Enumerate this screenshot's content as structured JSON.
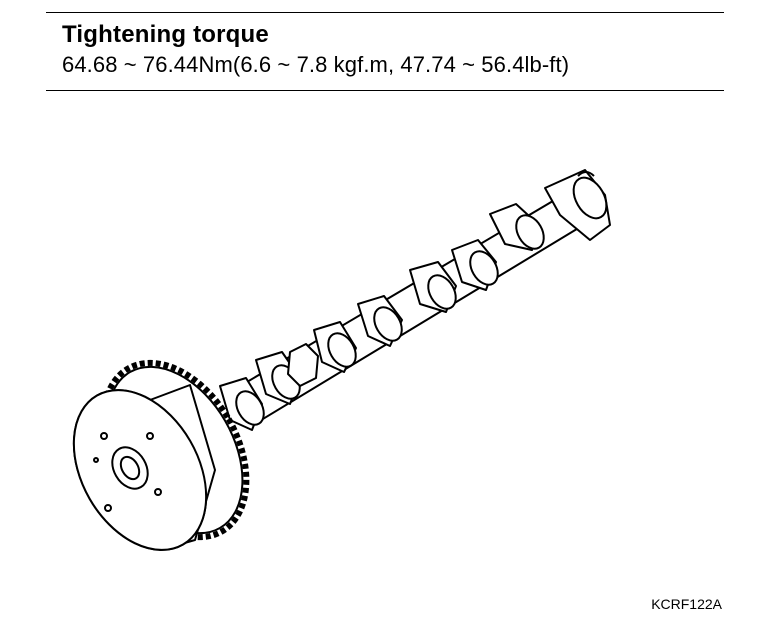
{
  "spec": {
    "title": "Tightening torque",
    "value": "64.68 ~ 76.44Nm(6.6 ~ 7.8 kgf.m, 47.74 ~ 56.4lb-ft)"
  },
  "figure": {
    "subject": "camshaft-with-cvvt-sprocket-assembly",
    "code": "KCRF122A"
  }
}
